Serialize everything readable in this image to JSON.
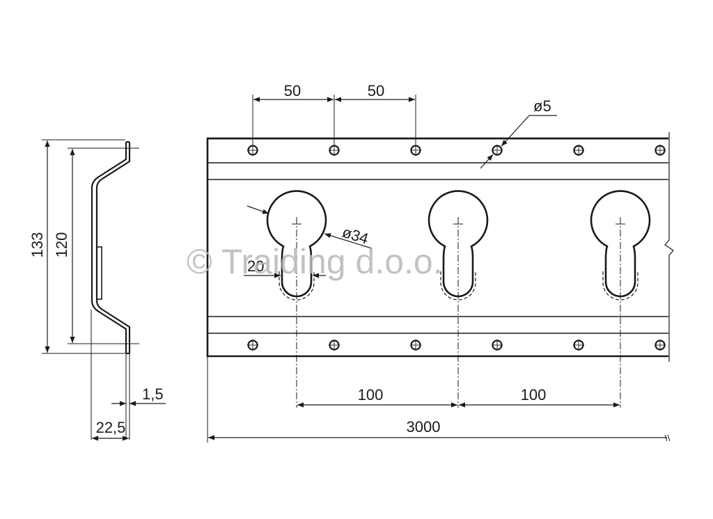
{
  "drawing": {
    "dimensions": {
      "hole_spacing_1": "50",
      "hole_spacing_2": "50",
      "small_hole_diameter": "ø5",
      "keyhole_diameter": "ø34",
      "slot_width": "20",
      "keyhole_spacing_1": "100",
      "keyhole_spacing_2": "100",
      "total_length": "3000",
      "profile_height_outer": "133",
      "profile_height_inner": "120",
      "material_thickness": "1,5",
      "profile_depth": "22,5"
    },
    "watermark": "© Traiding d.o.o."
  }
}
